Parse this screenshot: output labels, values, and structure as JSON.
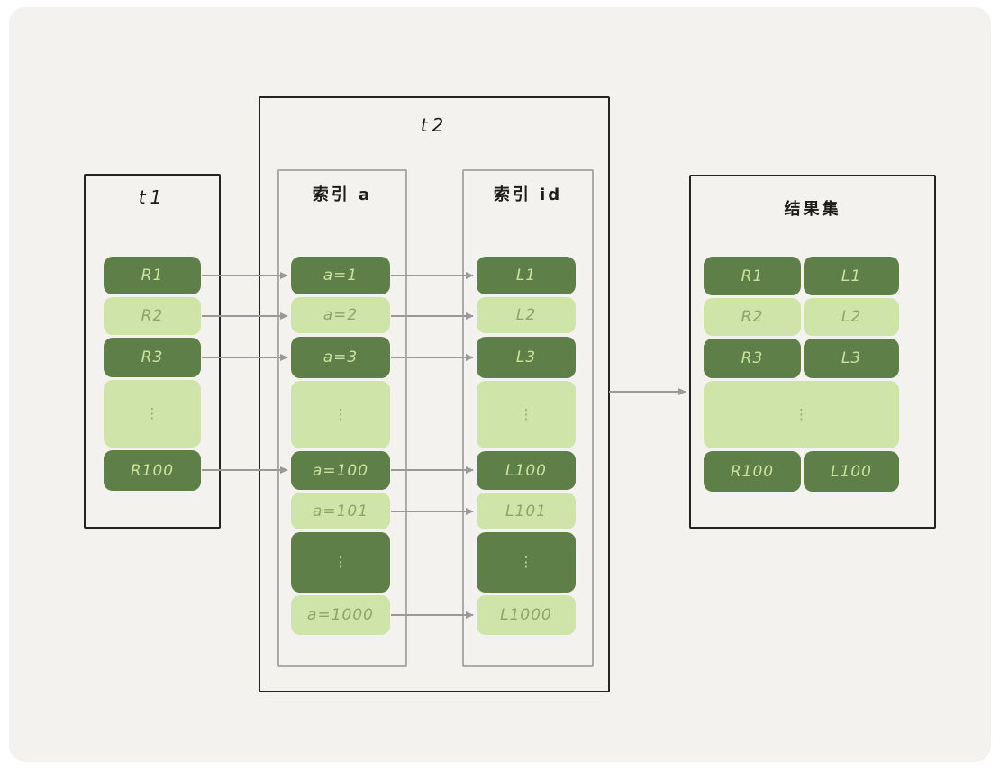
{
  "diagram": {
    "t1": {
      "title": "t1",
      "rows": [
        {
          "label": "R1",
          "tone": "dark"
        },
        {
          "label": "R2",
          "tone": "light"
        },
        {
          "label": "R3",
          "tone": "dark"
        },
        {
          "label": "⋮",
          "tone": "light"
        },
        {
          "label": "R100",
          "tone": "dark"
        }
      ]
    },
    "t2": {
      "title": "t2",
      "index_a": {
        "title": "索引 a",
        "rows": [
          {
            "label": "a=1",
            "tone": "dark"
          },
          {
            "label": "a=2",
            "tone": "light"
          },
          {
            "label": "a=3",
            "tone": "dark"
          },
          {
            "label": "⋮",
            "tone": "light"
          },
          {
            "label": "a=100",
            "tone": "dark"
          },
          {
            "label": "a=101",
            "tone": "light"
          },
          {
            "label": "⋮",
            "tone": "dark"
          },
          {
            "label": "a=1000",
            "tone": "light"
          }
        ]
      },
      "index_id": {
        "title": "索引 id",
        "rows": [
          {
            "label": "L1",
            "tone": "dark"
          },
          {
            "label": "L2",
            "tone": "light"
          },
          {
            "label": "L3",
            "tone": "dark"
          },
          {
            "label": "⋮",
            "tone": "light"
          },
          {
            "label": "L100",
            "tone": "dark"
          },
          {
            "label": "L101",
            "tone": "light"
          },
          {
            "label": "⋮",
            "tone": "dark"
          },
          {
            "label": "L1000",
            "tone": "light"
          }
        ]
      }
    },
    "result": {
      "title": "结果集",
      "rows": [
        {
          "left": "R1",
          "right": "L1",
          "tone": "dark"
        },
        {
          "left": "R2",
          "right": "L2",
          "tone": "light"
        },
        {
          "left": "R3",
          "right": "L3",
          "tone": "dark"
        },
        {
          "label": "⋮",
          "tone": "light"
        },
        {
          "left": "R100",
          "right": "L100",
          "tone": "dark"
        }
      ]
    },
    "colors": {
      "cell_dark": "#5e8048",
      "cell_light": "#cfe4a8",
      "text_on_dark": "#cbe19f",
      "text_on_light": "#8da56c",
      "arrow": "#999999",
      "outer_border": "#242424",
      "inner_border": "#ababab",
      "panel_bg": "#f4f2ee"
    }
  }
}
